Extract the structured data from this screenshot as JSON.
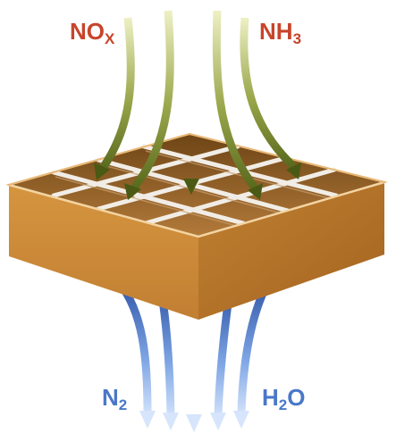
{
  "labels": {
    "nox": {
      "main": "NO",
      "sub": "X"
    },
    "nh3": {
      "main": "NH",
      "sub": "3"
    },
    "n2": {
      "main": "N",
      "sub": "2"
    },
    "h2o": {
      "main": "H",
      "sub": "2",
      "rest": "O"
    }
  },
  "colors": {
    "inlet_arrow_top": "#e8ecb0",
    "inlet_arrow_bottom": "#5a6a1e",
    "outlet_arrow_top": "#3a5fb0",
    "outlet_arrow_bottom": "#c9dcf8",
    "monolith_front": "#c7863a",
    "monolith_side": "#b06e26",
    "monolith_top_edge": "#e6ac62",
    "cell_floor": "#8a5a22",
    "cell_wall": "#f1ede6",
    "label_reactants": "#c8442a",
    "label_products": "#4a78c8"
  },
  "icons": {
    "inlet": "down-arrow-icon",
    "outlet": "down-arrow-icon"
  }
}
